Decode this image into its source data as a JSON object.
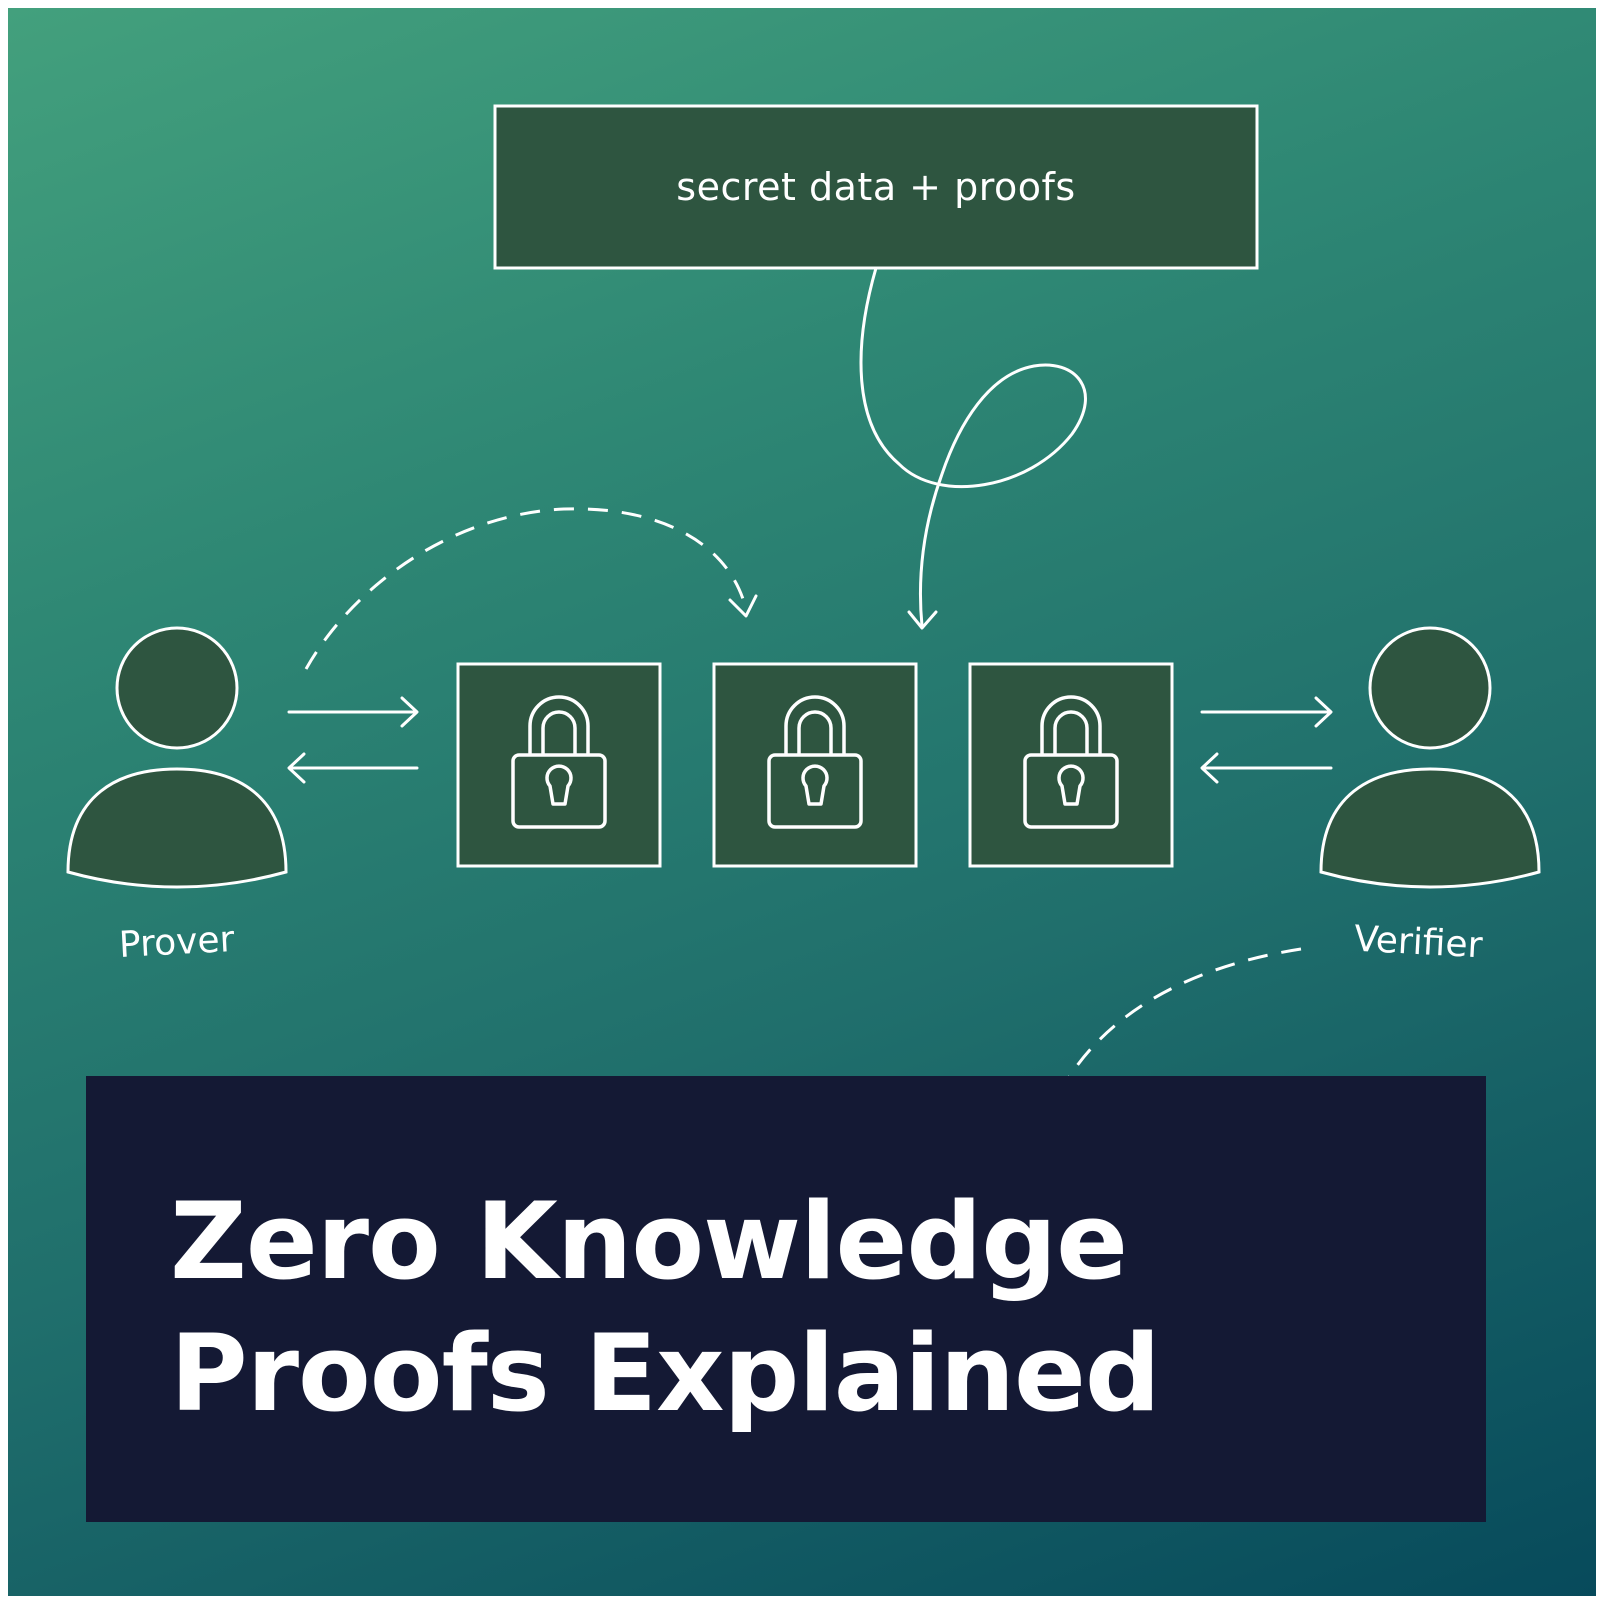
{
  "diagram": {
    "data_box_label": "secret data + proofs",
    "prover_label": "Prover",
    "verifier_label": "Verifier"
  },
  "title": {
    "line1": "Zero Knowledge",
    "line2": "Proofs Explained"
  },
  "colors": {
    "gradient_start": "#43a07d",
    "gradient_end": "#074a5b",
    "shape_fill": "#2e5540",
    "stroke": "#ffffff",
    "title_panel": "#141934"
  },
  "icons": [
    "lock-icon",
    "person-icon",
    "arrow-right-icon",
    "arrow-left-icon"
  ]
}
